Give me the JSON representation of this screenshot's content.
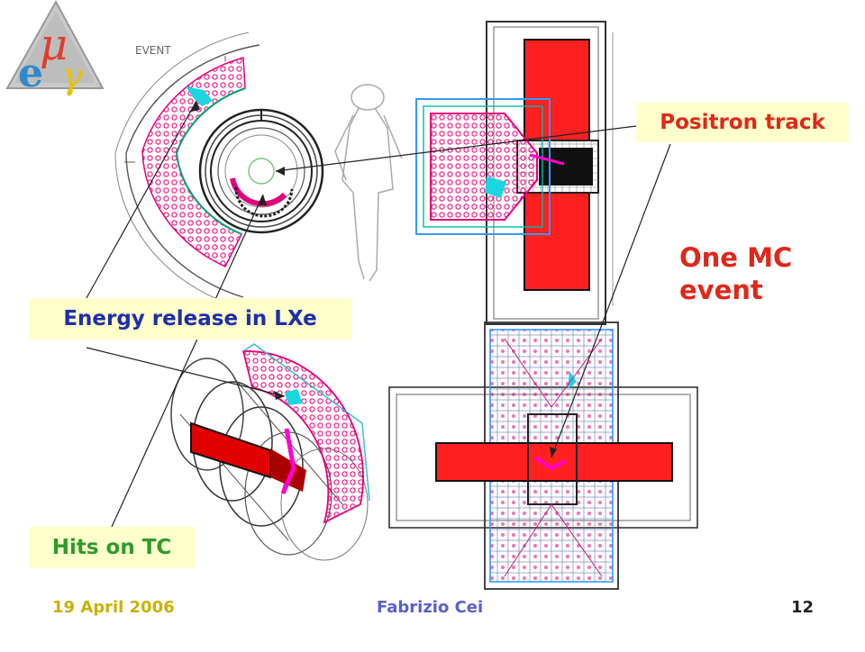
{
  "slide": {
    "labels": {
      "positron_track": "Positron track",
      "energy_release": "Energy release in LXe",
      "hits_on_tc": "Hits on TC",
      "mc_event": "One MC event"
    },
    "event_tag": "EVENT",
    "footer": {
      "date": "19 April 2006",
      "author": "Fabrizio Cei",
      "page": "12"
    },
    "logo": {
      "glyphs": [
        "μ",
        "e",
        "γ"
      ]
    },
    "colors": {
      "calorimeter": "#e4007c",
      "magnet_red": "#ff2020",
      "hit_cyan": "#19d6e0",
      "track_magenta": "#ff00d0",
      "wire": "#333333",
      "label_bg": "#ffffcc"
    }
  }
}
